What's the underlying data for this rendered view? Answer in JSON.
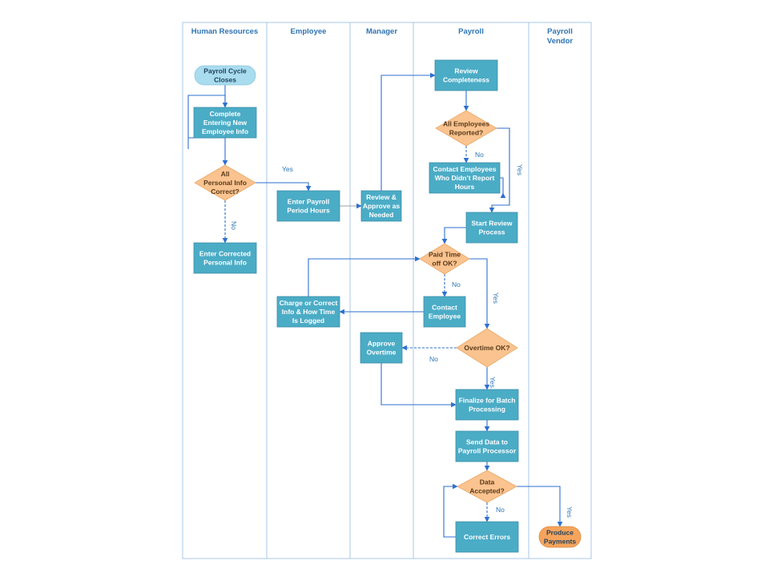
{
  "colors": {
    "process_fill": "#4bacc6",
    "process_stroke": "#3d8fa8",
    "decision_fill": "#fac38f",
    "decision_stroke": "#e8a868",
    "start_fill": "#a8dcee",
    "end_fill": "#f5a45c",
    "line": "#2e6fd0",
    "lane_border": "#a9c7e8",
    "header_text": "#2e74b5"
  },
  "lanes": [
    {
      "id": "hr",
      "title": "Human Resources"
    },
    {
      "id": "emp",
      "title": "Employee"
    },
    {
      "id": "mgr",
      "title": "Manager"
    },
    {
      "id": "pay",
      "title": "Payroll"
    },
    {
      "id": "vendor",
      "title": "Payroll Vendor"
    }
  ],
  "nodes": [
    {
      "id": "start",
      "type": "terminator-start",
      "lane": "hr",
      "text": "Payroll Cycle Closes"
    },
    {
      "id": "complete",
      "type": "process",
      "lane": "hr",
      "text": "Complete Entering New Employee Info"
    },
    {
      "id": "dec_personal",
      "type": "decision",
      "lane": "hr",
      "text": "All Personal Info Correct?"
    },
    {
      "id": "enter_corrected",
      "type": "process",
      "lane": "hr",
      "text": "Enter Corrected Personal Info"
    },
    {
      "id": "enter_hours",
      "type": "process",
      "lane": "emp",
      "text": "Enter Payroll Period Hours"
    },
    {
      "id": "review_approve",
      "type": "process",
      "lane": "mgr",
      "text": "Review & Approve as Needed"
    },
    {
      "id": "review_complete",
      "type": "process",
      "lane": "pay",
      "text": "Review Completeness"
    },
    {
      "id": "dec_all_reported",
      "type": "decision",
      "lane": "pay",
      "text": "All Employees Reported?"
    },
    {
      "id": "contact_emps",
      "type": "process",
      "lane": "pay",
      "text": "Contact Employees Who Didn't Report Hours"
    },
    {
      "id": "start_review",
      "type": "process",
      "lane": "pay",
      "text": "Start Review Process"
    },
    {
      "id": "dec_pto",
      "type": "decision",
      "lane": "pay",
      "text": "Paid Time off OK?"
    },
    {
      "id": "contact_emp",
      "type": "process",
      "lane": "pay",
      "text": "Contact Employee"
    },
    {
      "id": "charge_correct",
      "type": "process",
      "lane": "emp",
      "text": "Charge or Correct Info & How Time Is Logged"
    },
    {
      "id": "dec_overtime",
      "type": "decision",
      "lane": "pay",
      "text": "Overtime OK?"
    },
    {
      "id": "approve_ot",
      "type": "process",
      "lane": "mgr",
      "text": "Approve Overtime"
    },
    {
      "id": "finalize",
      "type": "process",
      "lane": "pay",
      "text": "Finalize for Batch Processing"
    },
    {
      "id": "send_data",
      "type": "process",
      "lane": "pay",
      "text": "Send Data to Payroll Processor"
    },
    {
      "id": "dec_accepted",
      "type": "decision",
      "lane": "pay",
      "text": "Data Accepted?"
    },
    {
      "id": "correct_errors",
      "type": "process",
      "lane": "pay",
      "text": "Correct Errors"
    },
    {
      "id": "produce",
      "type": "terminator-end",
      "lane": "vendor",
      "text": "Produce Payments"
    }
  ],
  "edges": [
    {
      "from": "start",
      "to": "complete",
      "label": ""
    },
    {
      "from": "complete",
      "to": "dec_personal",
      "label": ""
    },
    {
      "from": "dec_personal",
      "to": "enter_corrected",
      "label": "No",
      "style": "dashed"
    },
    {
      "from": "dec_personal",
      "to": "enter_hours",
      "label": "Yes"
    },
    {
      "from": "enter_hours",
      "to": "review_approve",
      "label": ""
    },
    {
      "from": "review_approve",
      "to": "review_complete",
      "label": ""
    },
    {
      "from": "review_complete",
      "to": "dec_all_reported",
      "label": ""
    },
    {
      "from": "dec_all_reported",
      "to": "contact_emps",
      "label": "No",
      "style": "dashed"
    },
    {
      "from": "dec_all_reported",
      "to": "start_review",
      "label": "Yes"
    },
    {
      "from": "contact_emps",
      "to": "dec_all_reported",
      "label": ""
    },
    {
      "from": "start_review",
      "to": "dec_pto",
      "label": ""
    },
    {
      "from": "dec_pto",
      "to": "contact_emp",
      "label": "No",
      "style": "dashed"
    },
    {
      "from": "dec_pto",
      "to": "dec_overtime",
      "label": "Yes"
    },
    {
      "from": "contact_emp",
      "to": "charge_correct",
      "label": ""
    },
    {
      "from": "charge_correct",
      "to": "dec_pto",
      "label": ""
    },
    {
      "from": "dec_overtime",
      "to": "approve_ot",
      "label": "No",
      "style": "dashed"
    },
    {
      "from": "dec_overtime",
      "to": "finalize",
      "label": "Yes"
    },
    {
      "from": "approve_ot",
      "to": "finalize",
      "label": ""
    },
    {
      "from": "finalize",
      "to": "send_data",
      "label": ""
    },
    {
      "from": "send_data",
      "to": "dec_accepted",
      "label": ""
    },
    {
      "from": "dec_accepted",
      "to": "correct_errors",
      "label": "No",
      "style": "dashed"
    },
    {
      "from": "correct_errors",
      "to": "dec_accepted",
      "label": ""
    },
    {
      "from": "dec_accepted",
      "to": "produce",
      "label": "Yes"
    }
  ]
}
